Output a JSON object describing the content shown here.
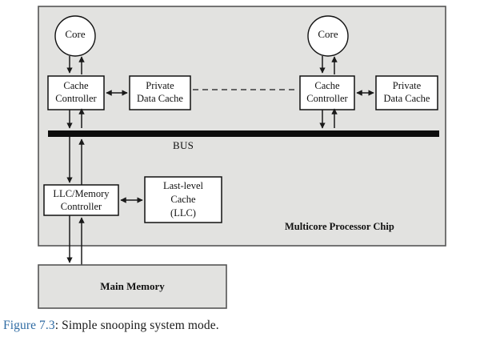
{
  "figure": {
    "caption_number": "Figure 7.3",
    "caption_colon": ":",
    "caption_text": "Simple snooping system mode.",
    "caption_accent_color": "#2f6ba3"
  },
  "diagram": {
    "type": "block-diagram",
    "chip": {
      "label": "Multicore Processor Chip",
      "fill": "#e2e2e0",
      "stroke": "#555555"
    },
    "bus": {
      "label": "BUS",
      "color": "#0d0d0d"
    },
    "cores": [
      {
        "label": "Core"
      },
      {
        "label": "Core"
      }
    ],
    "cache_controllers": [
      {
        "line1": "Cache",
        "line2": "Controller"
      },
      {
        "line1": "Cache",
        "line2": "Controller"
      }
    ],
    "private_data_caches": [
      {
        "line1": "Private",
        "line2": "Data Cache"
      },
      {
        "line1": "Private",
        "line2": "Data Cache"
      }
    ],
    "llc_memory_controller": {
      "line1": "LLC/Memory",
      "line2": "Controller"
    },
    "last_level_cache": {
      "line1": "Last-level",
      "line2": "Cache",
      "line3": "(LLC)"
    },
    "main_memory": {
      "label": "Main Memory",
      "fill": "#e2e2e0",
      "stroke": "#555555"
    },
    "ellipsis_connector": "dashed-line"
  }
}
